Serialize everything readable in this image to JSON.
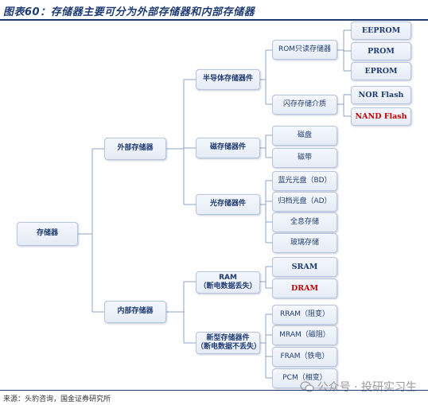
{
  "title": "图表60：存储器主要可分为外部存储器和内部存储器",
  "root": "存储器",
  "level1": {
    "external": "外部存储器",
    "internal": "内部存储器"
  },
  "level2": {
    "semiconductor": "半导体存储器件",
    "magnetic": "磁存储器件",
    "optical": "光存储器件",
    "ram": "RAM\n（断电数据丢失）",
    "new_type": "新型存储器件\n（断电数据不丢失）"
  },
  "level3": {
    "rom": "ROM只读存储器",
    "flash": "闪存存储介质",
    "disk": "磁盘",
    "tape": "磁带",
    "bd": "蓝光光盘（BD）",
    "ad": "归档光盘（AD）",
    "holo": "全息存储",
    "glass": "玻璃存储",
    "sram": "SRAM",
    "dram": "DRAM",
    "rram": "RRAM（阻变）",
    "mram": "MRAM（磁阻）",
    "fram": "FRAM（铁电）",
    "pcm": "PCM（相变）"
  },
  "level4": {
    "eeprom": "EEPROM",
    "prom": "PROM",
    "eprom": "EPROM",
    "nor": "NOR Flash",
    "nand": "NAND Flash"
  },
  "colors": {
    "accent": "#1f3b73",
    "highlight": "#c00000",
    "line": "#8ea3c8"
  },
  "footer": "来源：头豹咨询，国金证券研究所",
  "watermark": "公众号 · 投研实习生"
}
